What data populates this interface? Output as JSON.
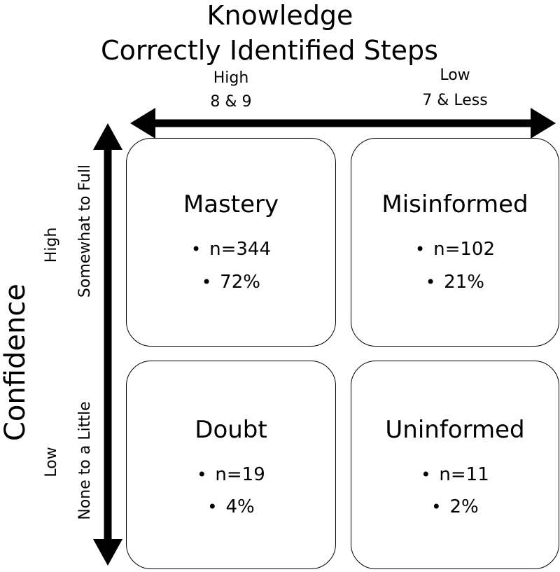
{
  "x_axis": {
    "title_line1": "Knowledge",
    "title_line2": "Correctly Identified Steps",
    "high_label": "High",
    "high_range": "8 & 9",
    "low_label": "Low",
    "low_range": "7 & Less"
  },
  "y_axis": {
    "title": "Confidence",
    "high_label": "High",
    "high_range": "Somewhat to Full",
    "low_label": "Low",
    "low_range": "None to a Little"
  },
  "quadrants": [
    {
      "title": "Mastery",
      "n": "n=344",
      "percent": "72%"
    },
    {
      "title": "Misinformed",
      "n": "n=102",
      "percent": "21%"
    },
    {
      "title": "Doubt",
      "n": "n=19",
      "percent": "4%"
    },
    {
      "title": "Uninformed",
      "n": "n=11",
      "percent": "2%"
    }
  ],
  "bullet_symbol": "•",
  "colors": {
    "ink": "#000000",
    "background": "#ffffff"
  }
}
